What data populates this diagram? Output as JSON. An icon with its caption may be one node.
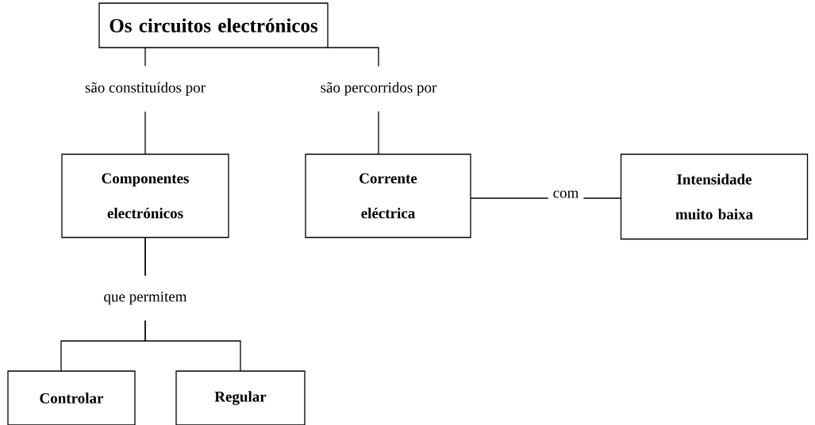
{
  "diagram": {
    "nodes": [
      {
        "text": [
          "Os circuitos electrónicos"
        ]
      },
      {
        "text": [
          "Componentes electrónicos"
        ]
      },
      {
        "text": [
          "Corrente eléctrica"
        ]
      },
      {
        "text": [
          "Intensidade muito baixa"
        ]
      },
      {
        "text": [
          "Controlar"
        ]
      },
      {
        "text": [
          "Regular"
        ]
      }
    ],
    "edges": [
      {
        "from": 0,
        "to": 1,
        "arrow": "none",
        "label": "são constituídos por"
      },
      {
        "from": 0,
        "to": 2,
        "arrow": "none",
        "label": "são percorridos por"
      },
      {
        "from": 2,
        "to": 3,
        "arrow": "none",
        "label": "com"
      },
      {
        "from": 1,
        "to": 4,
        "arrow": "none",
        "label": "que permitem"
      },
      {
        "from": 1,
        "to": 5,
        "arrow": "none"
      }
    ]
  }
}
